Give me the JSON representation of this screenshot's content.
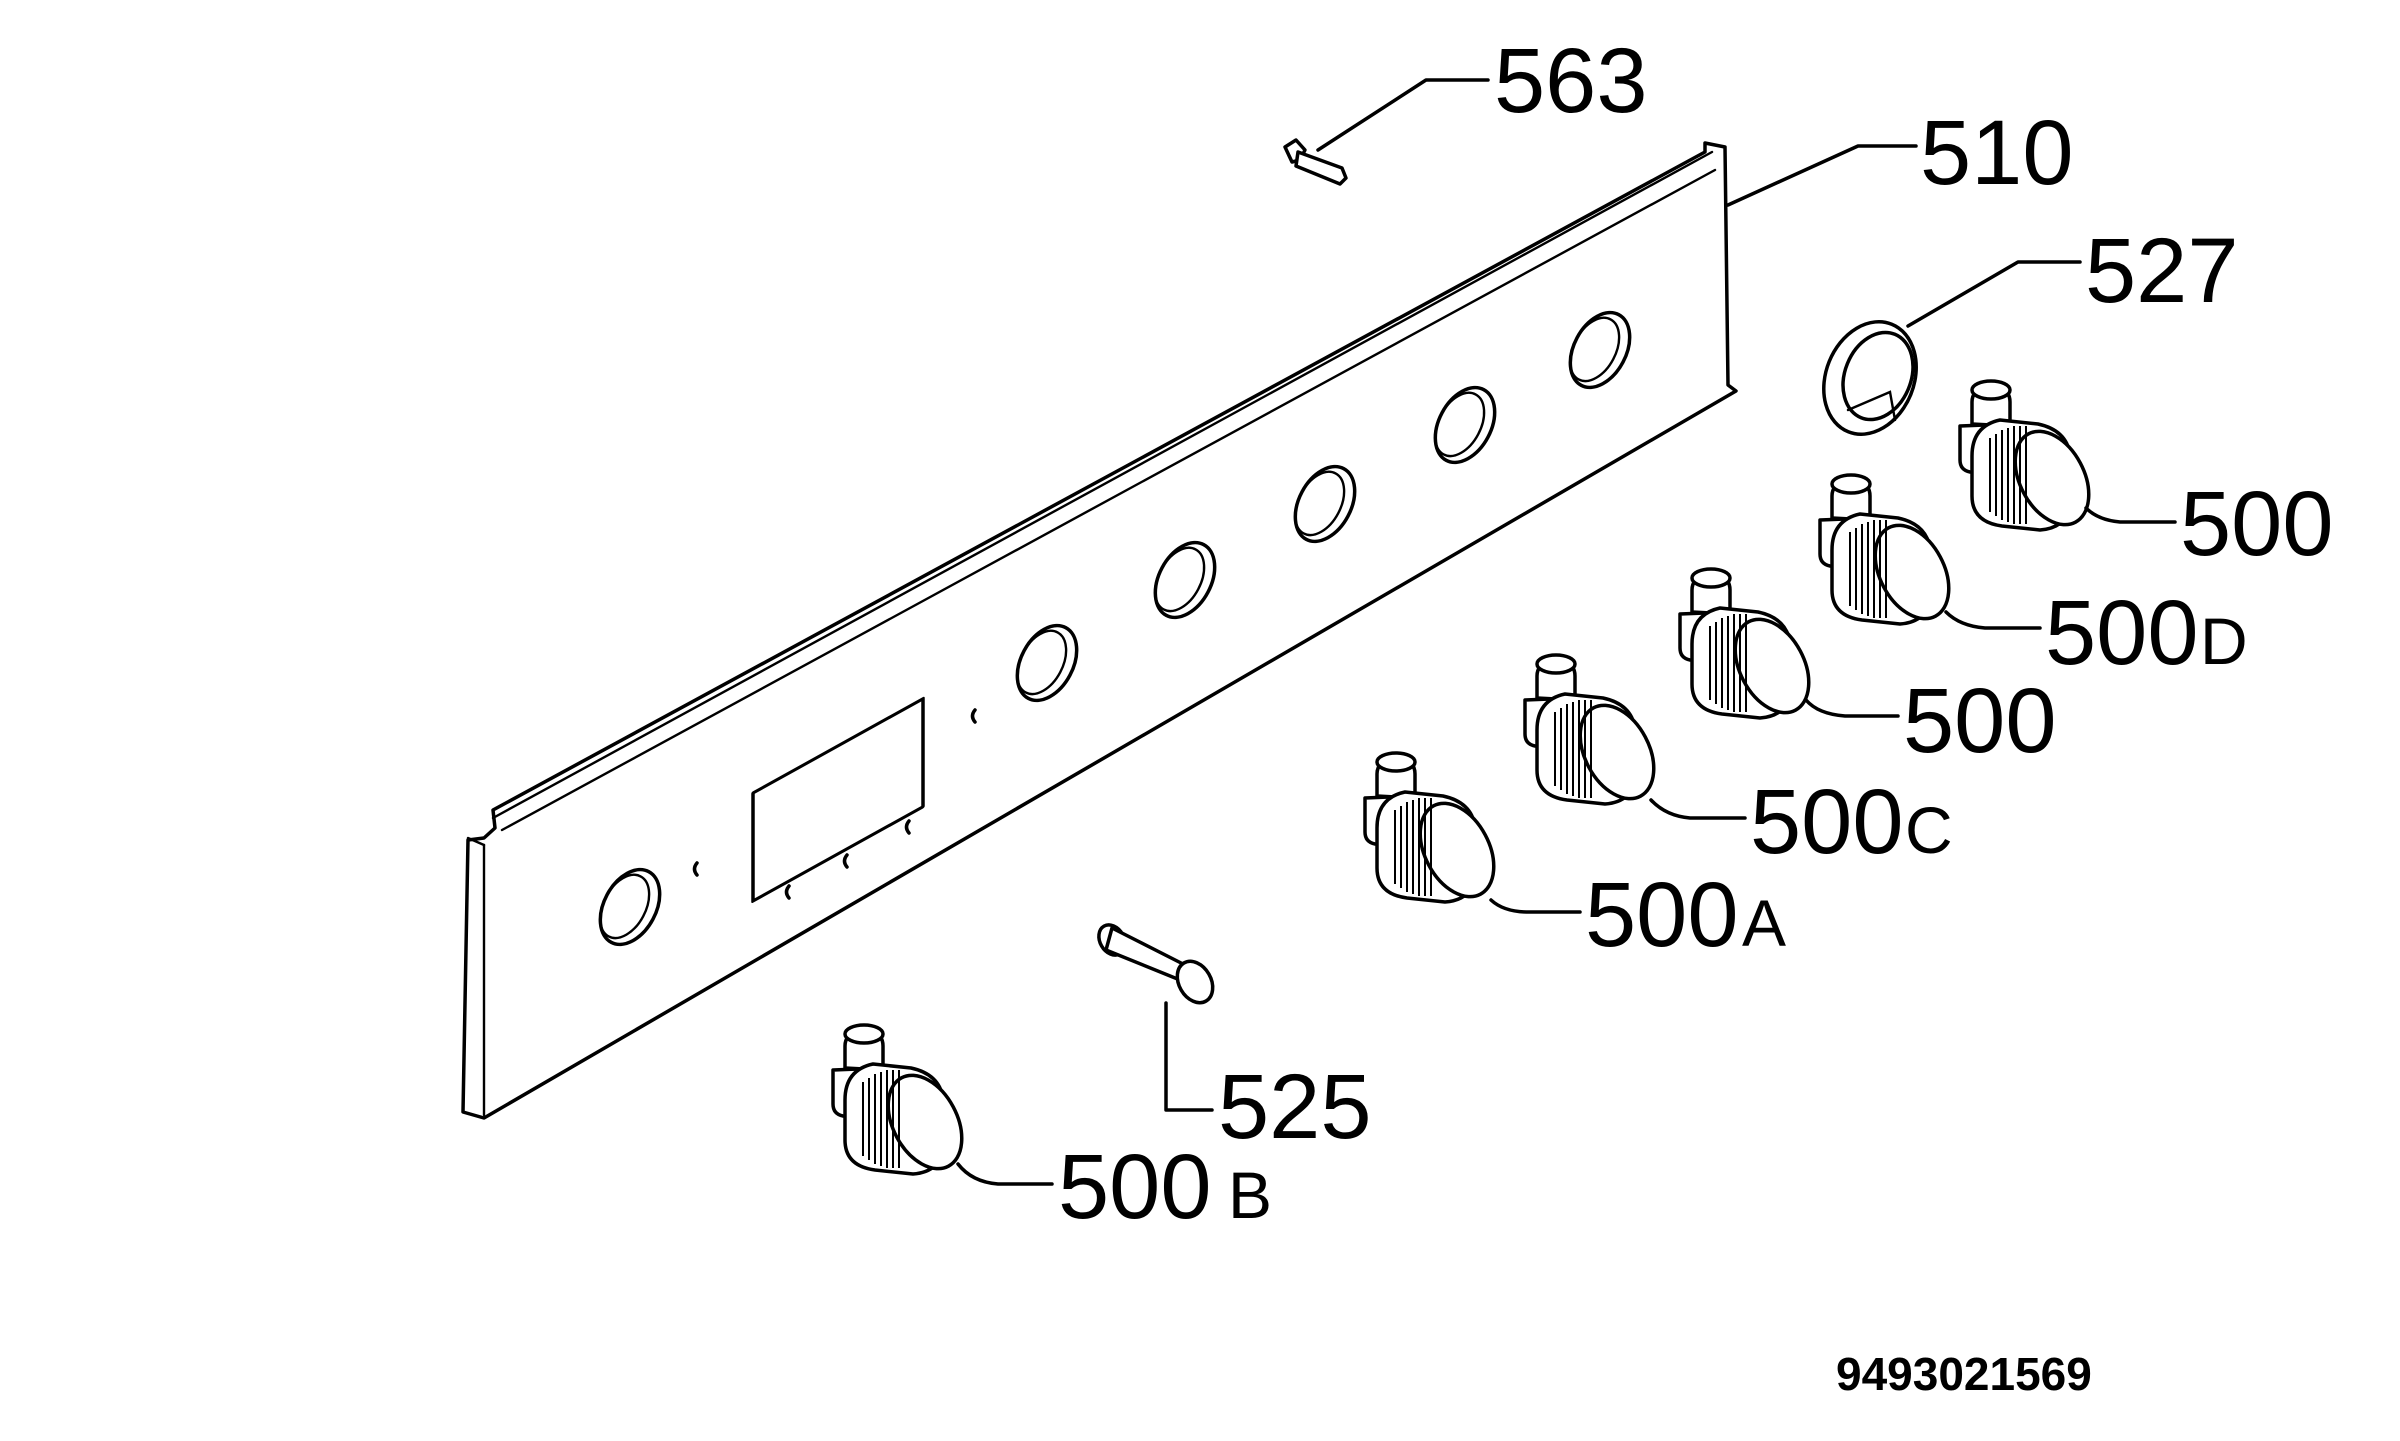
{
  "diagram": {
    "document_number": "9493021569",
    "parts": [
      {
        "id": "p563",
        "number": "563",
        "suffix": ""
      },
      {
        "id": "p510",
        "number": "510",
        "suffix": ""
      },
      {
        "id": "p527",
        "number": "527",
        "suffix": ""
      },
      {
        "id": "p500_1",
        "number": "500",
        "suffix": ""
      },
      {
        "id": "p500d",
        "number": "500",
        "suffix": "D"
      },
      {
        "id": "p500_2",
        "number": "500",
        "suffix": ""
      },
      {
        "id": "p500c",
        "number": "500",
        "suffix": "C"
      },
      {
        "id": "p500a",
        "number": "500",
        "suffix": "A"
      },
      {
        "id": "p525",
        "number": "525",
        "suffix": ""
      },
      {
        "id": "p500b",
        "number": "500",
        "suffix": "B"
      }
    ]
  }
}
